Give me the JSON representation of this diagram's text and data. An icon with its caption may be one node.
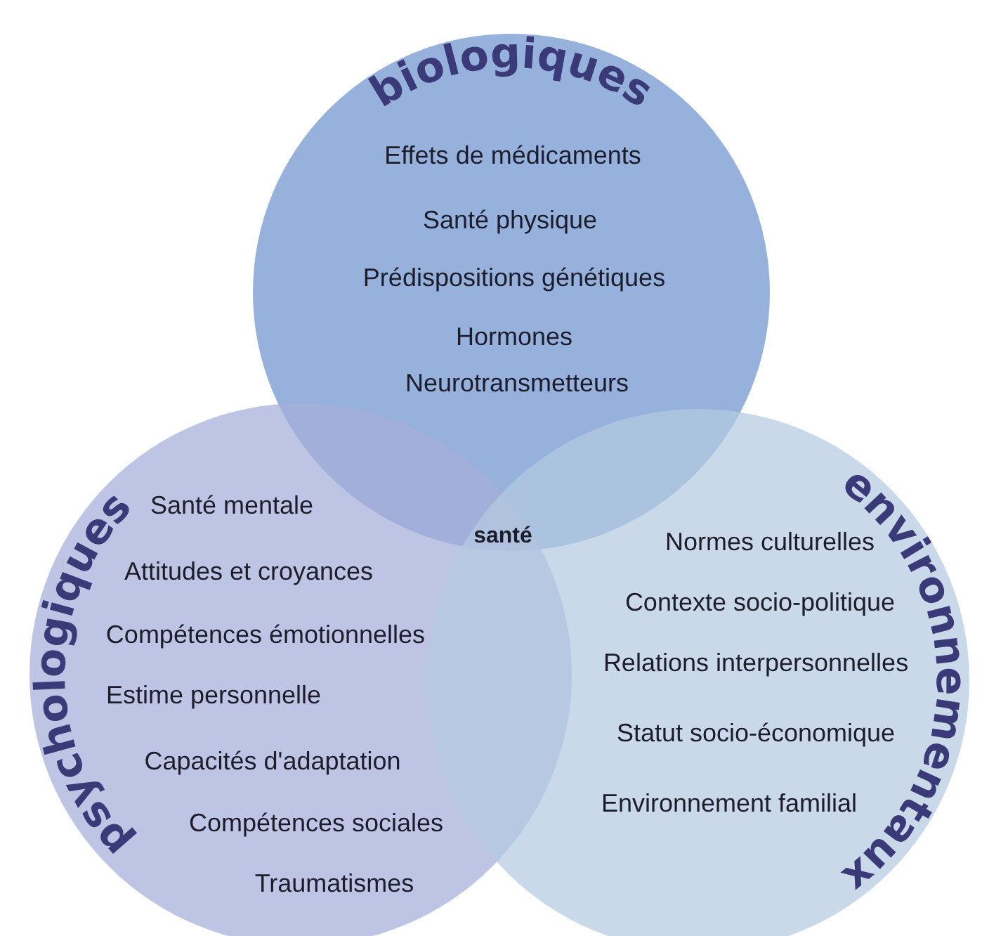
{
  "diagram": {
    "nodes": [
      {
        "text": [
          "biologiques",
          "Effets de médicaments",
          "Santé physique",
          "Prédispositions génétiques",
          "Hormones",
          "Neurotransmetteurs"
        ]
      },
      {
        "text": [
          "psychologiques",
          "Santé mentale",
          "Attitudes et croyances",
          "Compétences émotionnelles",
          "Estime personnelle",
          "Capacités d'adaptation",
          "Compétences sociales",
          "Traumatismes"
        ]
      },
      {
        "text": [
          "environnementaux",
          "Normes culturelles",
          "Contexte socio-politique",
          "Relations interpersonnelles",
          "Statut socio-économique",
          "Environnement familial"
        ]
      }
    ],
    "edges": [],
    "labels": [
      "santé"
    ]
  }
}
